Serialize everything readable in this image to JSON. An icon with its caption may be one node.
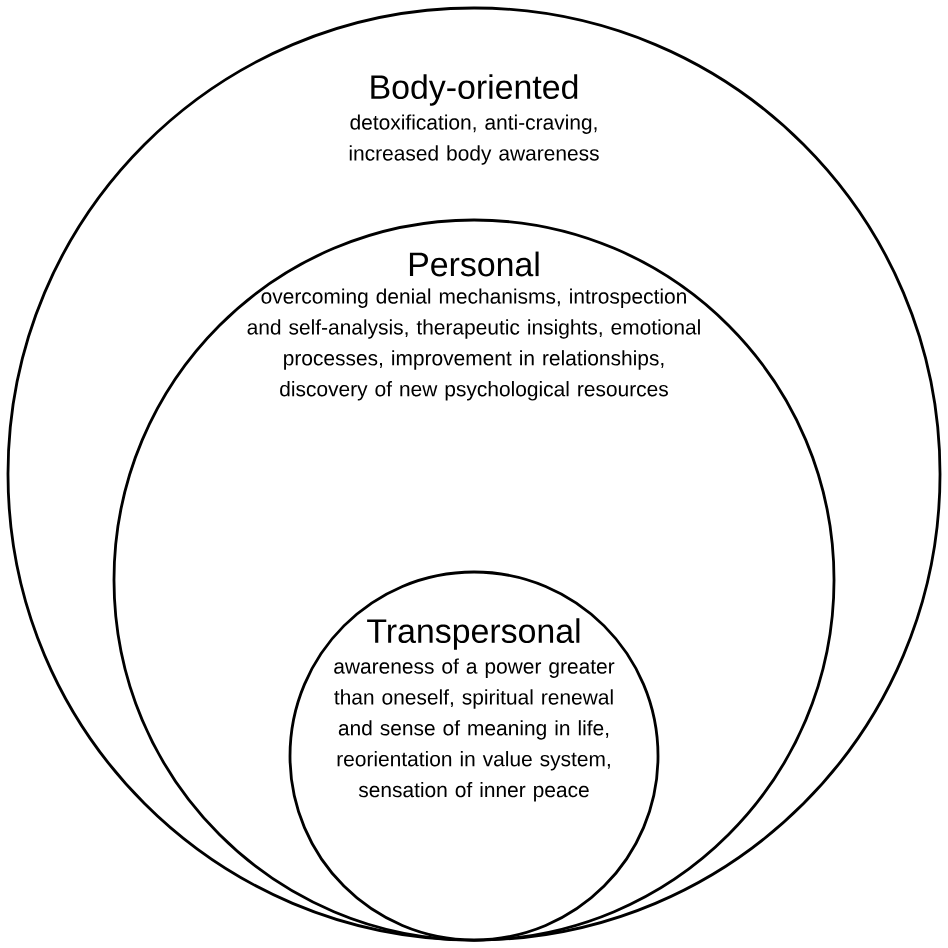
{
  "diagram": {
    "nodes": [
      {
        "text": [
          "Body-oriented",
          "detoxification, anti-craving, increased body awareness"
        ]
      },
      {
        "text": [
          "Personal",
          "overcoming denial mechanisms, introspection and self-analysis, therapeutic insights, emotional processes, improvement in relationships, discovery of new psychological resources"
        ],
        "in": 0
      },
      {
        "text": [
          "Transpersonal",
          "awareness of a power greater than oneself, spiritual renewal and sense of meaning in life, reorientation in value system, sensation of inner peace"
        ],
        "in": 1
      }
    ]
  }
}
